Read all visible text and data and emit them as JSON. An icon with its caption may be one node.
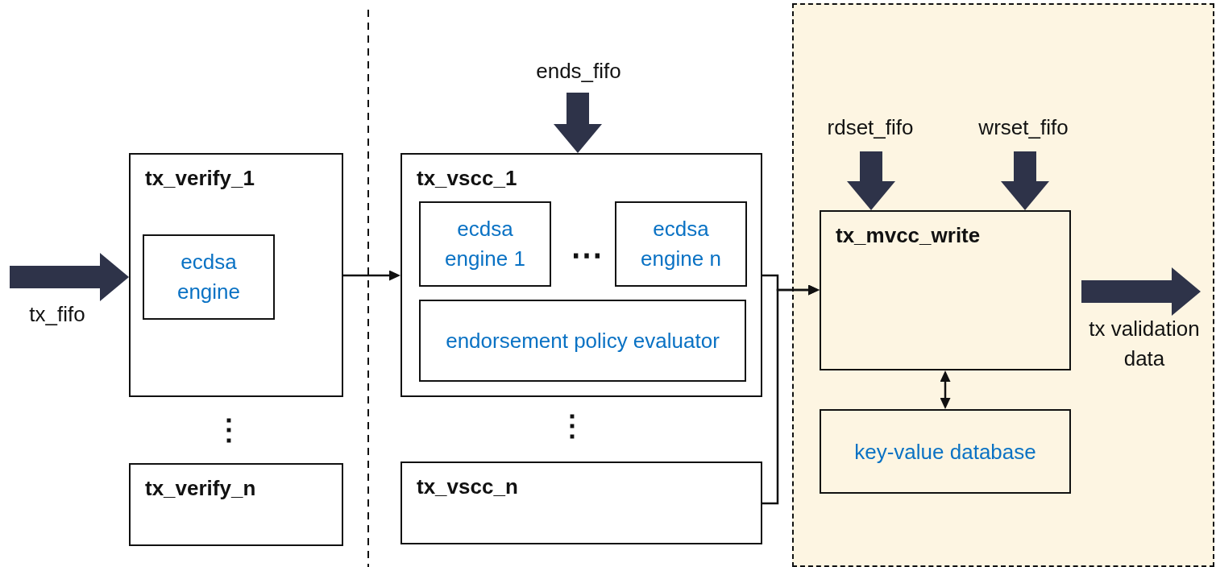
{
  "diagram": {
    "nodes": [
      {
        "text": [
          "tx_verify_1"
        ]
      },
      {
        "text": [
          "ecdsa engine"
        ],
        "in": 0
      },
      {
        "text": [
          "tx_verify_n"
        ]
      },
      {
        "text": [
          "tx_vscc_1"
        ]
      },
      {
        "text": [
          "ecdsa engine 1"
        ],
        "in": 3
      },
      {
        "text": [
          "ecdsa engine n"
        ],
        "in": 3
      },
      {
        "text": [
          "endorsement policy evaluator"
        ],
        "in": 3
      },
      {
        "text": [
          "tx_vscc_n"
        ]
      },
      {
        "text": [],
        "shape": "box"
      },
      {
        "text": [
          "tx_mvcc_write"
        ],
        "in": 8
      },
      {
        "text": [
          "key-value database"
        ],
        "in": 8
      }
    ],
    "edges": [
      {
        "from": null,
        "to": 0,
        "arrow": "to",
        "label": "tx_fifo"
      },
      {
        "from": 0,
        "to": 3,
        "arrow": "to",
        "color": "#111111"
      },
      {
        "from": null,
        "to": 3,
        "arrow": "to",
        "label": "ends_fifo"
      },
      {
        "from": 3,
        "to": 9,
        "arrow": "to",
        "color": "#111111"
      },
      {
        "from": 7,
        "to": 9,
        "arrow": "to",
        "color": "#111111"
      },
      {
        "from": null,
        "to": 9,
        "arrow": "to",
        "label": "rdset_fifo"
      },
      {
        "from": null,
        "to": 9,
        "arrow": "to",
        "label": "wrset_fifo"
      },
      {
        "from": 9,
        "to": 10,
        "arrow": "both",
        "color": "#111111"
      },
      {
        "from": 9,
        "to": null,
        "arrow": "to",
        "label": "tx validation data"
      }
    ],
    "labels": [
      "⋯",
      "⋮",
      "⋮"
    ]
  }
}
